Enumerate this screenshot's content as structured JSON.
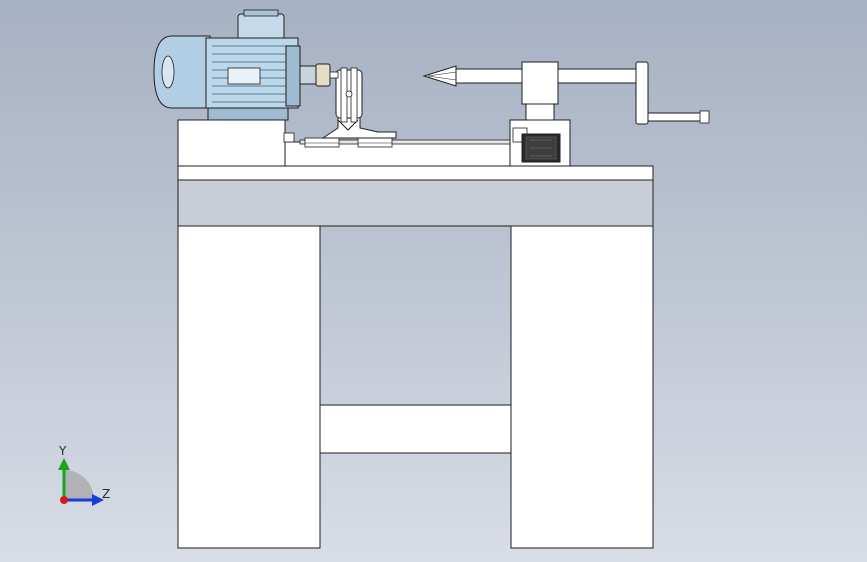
{
  "viewport": {
    "background_top": "#a6b1c3",
    "background_bottom": "#d8dde6"
  },
  "model": {
    "components": [
      "motor",
      "pulley",
      "bracket",
      "rail",
      "spindle",
      "cone-tip",
      "hand-crank",
      "gearbox",
      "table-top",
      "leg-left",
      "leg-right",
      "crossbar"
    ],
    "colors": {
      "part_fill": "#ffffff",
      "table_band": "#c9cdd6",
      "edge": "#1e1e1e",
      "motor_body": "#bcd6ea",
      "motor_shadow": "#6f8fa8",
      "dark_part": "#2a2a2a"
    }
  },
  "triad": {
    "y_label": "Y",
    "z_label": "Z",
    "y_color": "#1aa51a",
    "z_color": "#1a3cd6",
    "x_color": "#d61a1a",
    "arc_color": "#9a9a9a"
  }
}
